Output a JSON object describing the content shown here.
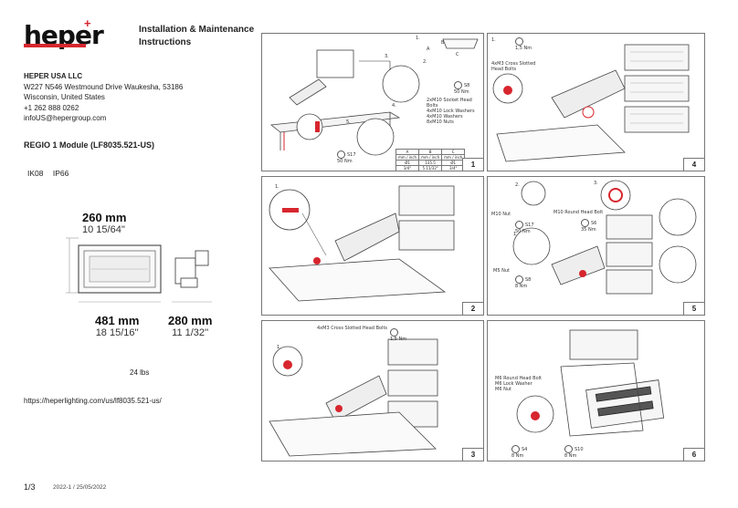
{
  "brand": {
    "logo": "heper",
    "logo_mark": "+",
    "accent": "#d7262e"
  },
  "doc": {
    "title_line1": "Installation & Maintenance",
    "title_line2": "Instructions",
    "company": "HEPER USA LLC",
    "address1": "W227 N546 Westmound Drive Waukesha, 53186",
    "address2": "Wisconsin, United States",
    "phone": "+1 262 888 0262",
    "email": "infoUS@hepergroup.com",
    "product": "REGIO 1 Module (LF8035.521-US)",
    "rating1": "IK08",
    "rating2": "IP66",
    "height_mm": "260 mm",
    "height_in": "10 15/64''",
    "width_mm": "481 mm",
    "width_in": "18 15/16''",
    "depth_mm": "280 mm",
    "depth_in": "11 1/32''",
    "weight": "24 lbs",
    "url": "https://heperlighting.com/us/lf8035.521-us/",
    "page": "1/3",
    "revision": "2022-1 / 25/05/2022"
  },
  "panels": [
    {
      "step": "1",
      "labels": {
        "socket": "2xM10 Socket Head Bolts",
        "lock": "4xM10 Lock Washers",
        "washer": "4xM10 Washers",
        "nuts": "8xM10 Nuts",
        "s8": "S8",
        "s8_nm": "50 Nm",
        "s17": "S17",
        "s17_nm": "50 Nm",
        "a": "A",
        "b": "B",
        "c": "C",
        "n1": "1.",
        "n2": "2.",
        "n3": "3.",
        "n4": "4.",
        "n5": "5."
      },
      "table": {
        "headers": [
          "A",
          "B",
          "C"
        ],
        "unit": "mm / inch",
        "row1": [
          "Ø1",
          "135.5",
          "Ø1"
        ],
        "row2": [
          "3/4\"",
          "5 11/32\"",
          "3/4\""
        ]
      }
    },
    {
      "step": "2",
      "labels": {
        "n1": "1."
      }
    },
    {
      "step": "3",
      "labels": {
        "bolts": "4xM3 Cross Slotted Head Bolts",
        "nm": "1,5 Nm",
        "n1": "1."
      }
    },
    {
      "step": "4",
      "labels": {
        "bolts": "4xM3 Cross Slotted Head Bolts",
        "nm": "1,5 Nm",
        "n1": "1."
      }
    },
    {
      "step": "5",
      "labels": {
        "m10": "M10 Nut",
        "s17": "S17",
        "s17_nm": "50 Nm",
        "round": "M10 Round Head Bolt",
        "s6": "S6",
        "s6_nm": "35 Nm",
        "m5": "M5 Nut",
        "s8": "S8",
        "s8_nm": "8 Nm",
        "n1": "1.",
        "n2": "2.",
        "n3": "3."
      }
    },
    {
      "step": "6",
      "labels": {
        "bolt": "M6 Round Head Bolt",
        "lock": "M6 Lock Washer",
        "nut": "M6 Nut",
        "s4": "S4",
        "s4_nm": "8 Nm",
        "s10": "S10",
        "s10_nm": "8 Nm"
      }
    }
  ]
}
